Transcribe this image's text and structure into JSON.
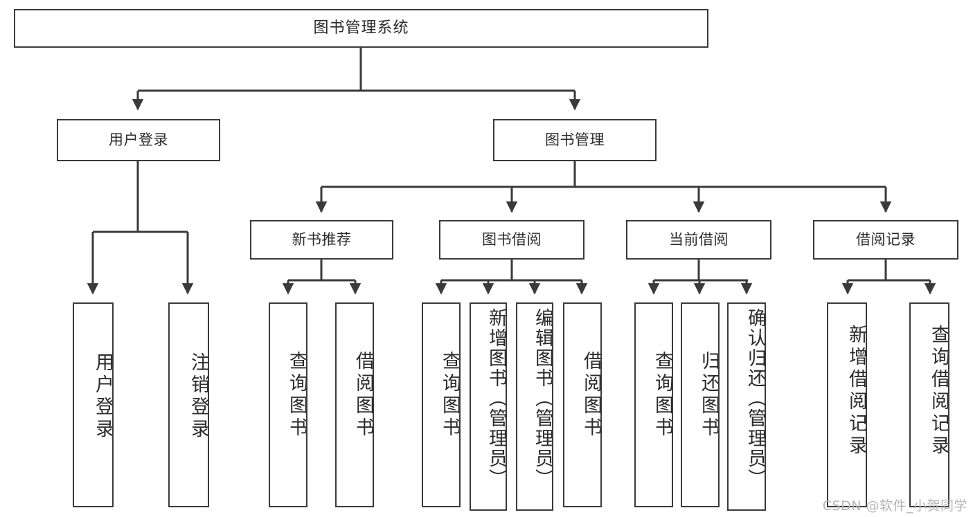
{
  "diagram": {
    "type": "tree",
    "title": "图书管理系统",
    "watermark": "CSDN @软件_小贺同学",
    "colors": {
      "stroke": "#3a3a3a",
      "fill": "#ffffff",
      "text": "#2b2b2b",
      "watermark": "#b5b5b5"
    },
    "nodes": {
      "root": {
        "label": "图书管理系统",
        "level": 0
      },
      "l1": [
        {
          "id": "user-login",
          "label": "用户登录"
        },
        {
          "id": "book-manage",
          "label": "图书管理"
        }
      ],
      "l2": [
        {
          "id": "new-book-recommend",
          "label": "新书推荐"
        },
        {
          "id": "book-borrow",
          "label": "图书借阅"
        },
        {
          "id": "current-borrow",
          "label": "当前借阅"
        },
        {
          "id": "borrow-record",
          "label": "借阅记录"
        }
      ],
      "leaves": [
        {
          "id": "leaf-user-login",
          "label": "用户登录",
          "parent": "user-login"
        },
        {
          "id": "leaf-user-logout",
          "label": "注销登录",
          "parent": "user-login"
        },
        {
          "id": "leaf-query-book-1",
          "label": "查询图书",
          "parent": "new-book-recommend"
        },
        {
          "id": "leaf-borrow-book-1",
          "label": "借阅图书",
          "parent": "new-book-recommend"
        },
        {
          "id": "leaf-query-book-2",
          "label": "查询图书",
          "parent": "book-borrow"
        },
        {
          "id": "leaf-add-book",
          "label": "新增图书（管理员）",
          "parent": "book-borrow"
        },
        {
          "id": "leaf-edit-book",
          "label": "编辑图书（管理员）",
          "parent": "book-borrow"
        },
        {
          "id": "leaf-borrow-book-2",
          "label": "借阅图书",
          "parent": "book-borrow"
        },
        {
          "id": "leaf-query-book-3",
          "label": "查询图书",
          "parent": "current-borrow"
        },
        {
          "id": "leaf-return-book",
          "label": "归还图书",
          "parent": "current-borrow"
        },
        {
          "id": "leaf-confirm-return",
          "label": "确认归还（管理员）",
          "parent": "current-borrow"
        },
        {
          "id": "leaf-add-record",
          "label": "新增借阅记录",
          "parent": "borrow-record"
        },
        {
          "id": "leaf-query-record",
          "label": "查询借阅记录",
          "parent": "borrow-record"
        }
      ]
    }
  }
}
